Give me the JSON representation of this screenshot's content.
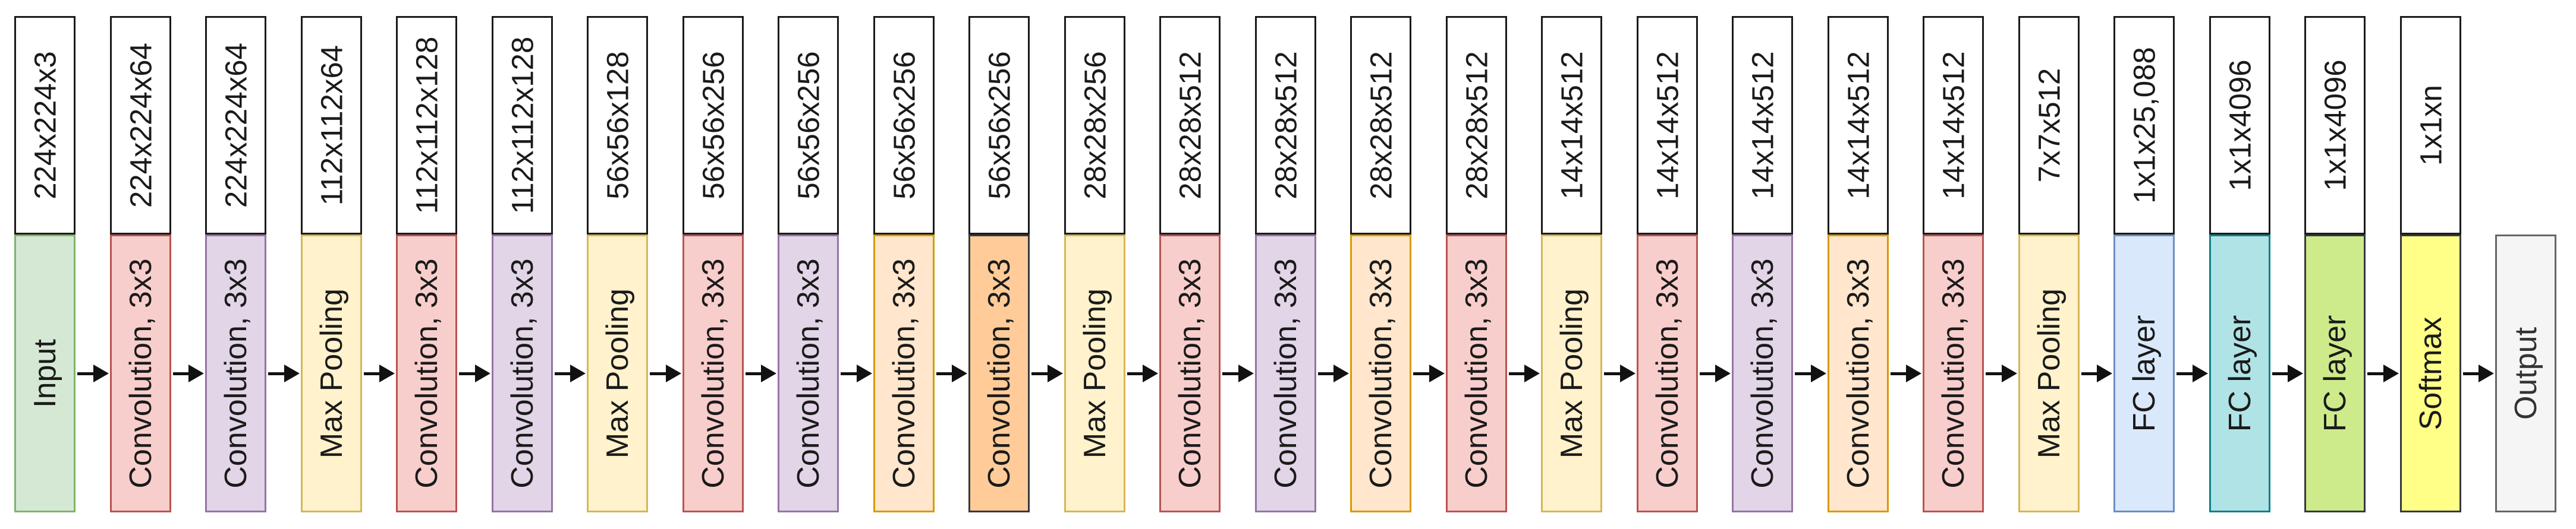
{
  "layers": [
    {
      "dims": "224x224x3",
      "label": "Input",
      "fill": "#d5e8d4",
      "border": "#82b366",
      "text": "#1a1a1a"
    },
    {
      "dims": "224x224x64",
      "label": "Convolution, 3x3",
      "fill": "#f8cecc",
      "border": "#b85450",
      "text": "#1a1a1a"
    },
    {
      "dims": "224x224x64",
      "label": "Convolution, 3x3",
      "fill": "#e1d5e7",
      "border": "#9673a6",
      "text": "#1a1a1a"
    },
    {
      "dims": "112x112x64",
      "label": "Max Pooling",
      "fill": "#fff2cc",
      "border": "#d6b656",
      "text": "#1a1a1a"
    },
    {
      "dims": "112x112x128",
      "label": "Convolution, 3x3",
      "fill": "#f8cecc",
      "border": "#b85450",
      "text": "#1a1a1a"
    },
    {
      "dims": "112x112x128",
      "label": "Convolution, 3x3",
      "fill": "#e1d5e7",
      "border": "#9673a6",
      "text": "#1a1a1a"
    },
    {
      "dims": "56x56x128",
      "label": "Max Pooling",
      "fill": "#fff2cc",
      "border": "#d6b656",
      "text": "#1a1a1a"
    },
    {
      "dims": "56x56x256",
      "label": "Convolution, 3x3",
      "fill": "#f8cecc",
      "border": "#b85450",
      "text": "#1a1a1a"
    },
    {
      "dims": "56x56x256",
      "label": "Convolution, 3x3",
      "fill": "#e1d5e7",
      "border": "#9673a6",
      "text": "#1a1a1a"
    },
    {
      "dims": "56x56x256",
      "label": "Convolution, 3x3",
      "fill": "#ffe6cc",
      "border": "#d79b00",
      "text": "#1a1a1a"
    },
    {
      "dims": "56x56x256",
      "label": "Convolution, 3x3",
      "fill": "#ffcc99",
      "border": "#36393d",
      "text": "#1a1a1a"
    },
    {
      "dims": "28x28x256",
      "label": "Max Pooling",
      "fill": "#fff2cc",
      "border": "#d6b656",
      "text": "#1a1a1a"
    },
    {
      "dims": "28x28x512",
      "label": "Convolution, 3x3",
      "fill": "#f8cecc",
      "border": "#b85450",
      "text": "#1a1a1a"
    },
    {
      "dims": "28x28x512",
      "label": "Convolution, 3x3",
      "fill": "#e1d5e7",
      "border": "#9673a6",
      "text": "#1a1a1a"
    },
    {
      "dims": "28x28x512",
      "label": "Convolution, 3x3",
      "fill": "#ffe6cc",
      "border": "#d79b00",
      "text": "#1a1a1a"
    },
    {
      "dims": "28x28x512",
      "label": "Convolution, 3x3",
      "fill": "#f8cecc",
      "border": "#b85450",
      "text": "#1a1a1a"
    },
    {
      "dims": "14x14x512",
      "label": "Max Pooling",
      "fill": "#fff2cc",
      "border": "#d6b656",
      "text": "#1a1a1a"
    },
    {
      "dims": "14x14x512",
      "label": "Convolution, 3x3",
      "fill": "#f8cecc",
      "border": "#b85450",
      "text": "#1a1a1a"
    },
    {
      "dims": "14x14x512",
      "label": "Convolution, 3x3",
      "fill": "#e1d5e7",
      "border": "#9673a6",
      "text": "#1a1a1a"
    },
    {
      "dims": "14x14x512",
      "label": "Convolution, 3x3",
      "fill": "#ffe6cc",
      "border": "#d79b00",
      "text": "#1a1a1a"
    },
    {
      "dims": "14x14x512",
      "label": "Convolution, 3x3",
      "fill": "#f8cecc",
      "border": "#b85450",
      "text": "#1a1a1a"
    },
    {
      "dims": "7x7x512",
      "label": "Max Pooling",
      "fill": "#fff2cc",
      "border": "#d6b656",
      "text": "#1a1a1a"
    },
    {
      "dims": "1x1x25,088",
      "label": "FC layer",
      "fill": "#dae8fc",
      "border": "#6c8ebf",
      "text": "#1a1a1a"
    },
    {
      "dims": "1x1x4096",
      "label": "FC layer",
      "fill": "#b0e3e6",
      "border": "#0e8088",
      "text": "#1a1a1a"
    },
    {
      "dims": "1x1x4096",
      "label": "FC layer",
      "fill": "#cdeb8b",
      "border": "#36393d",
      "text": "#1a1a1a"
    },
    {
      "dims": "1x1xn",
      "label": "Softmax",
      "fill": "#ffff88",
      "border": "#36393d",
      "text": "#1a1a1a"
    },
    {
      "dims": "",
      "label": "Output",
      "fill": "#f5f5f5",
      "border": "#666666",
      "text": "#333333"
    }
  ]
}
